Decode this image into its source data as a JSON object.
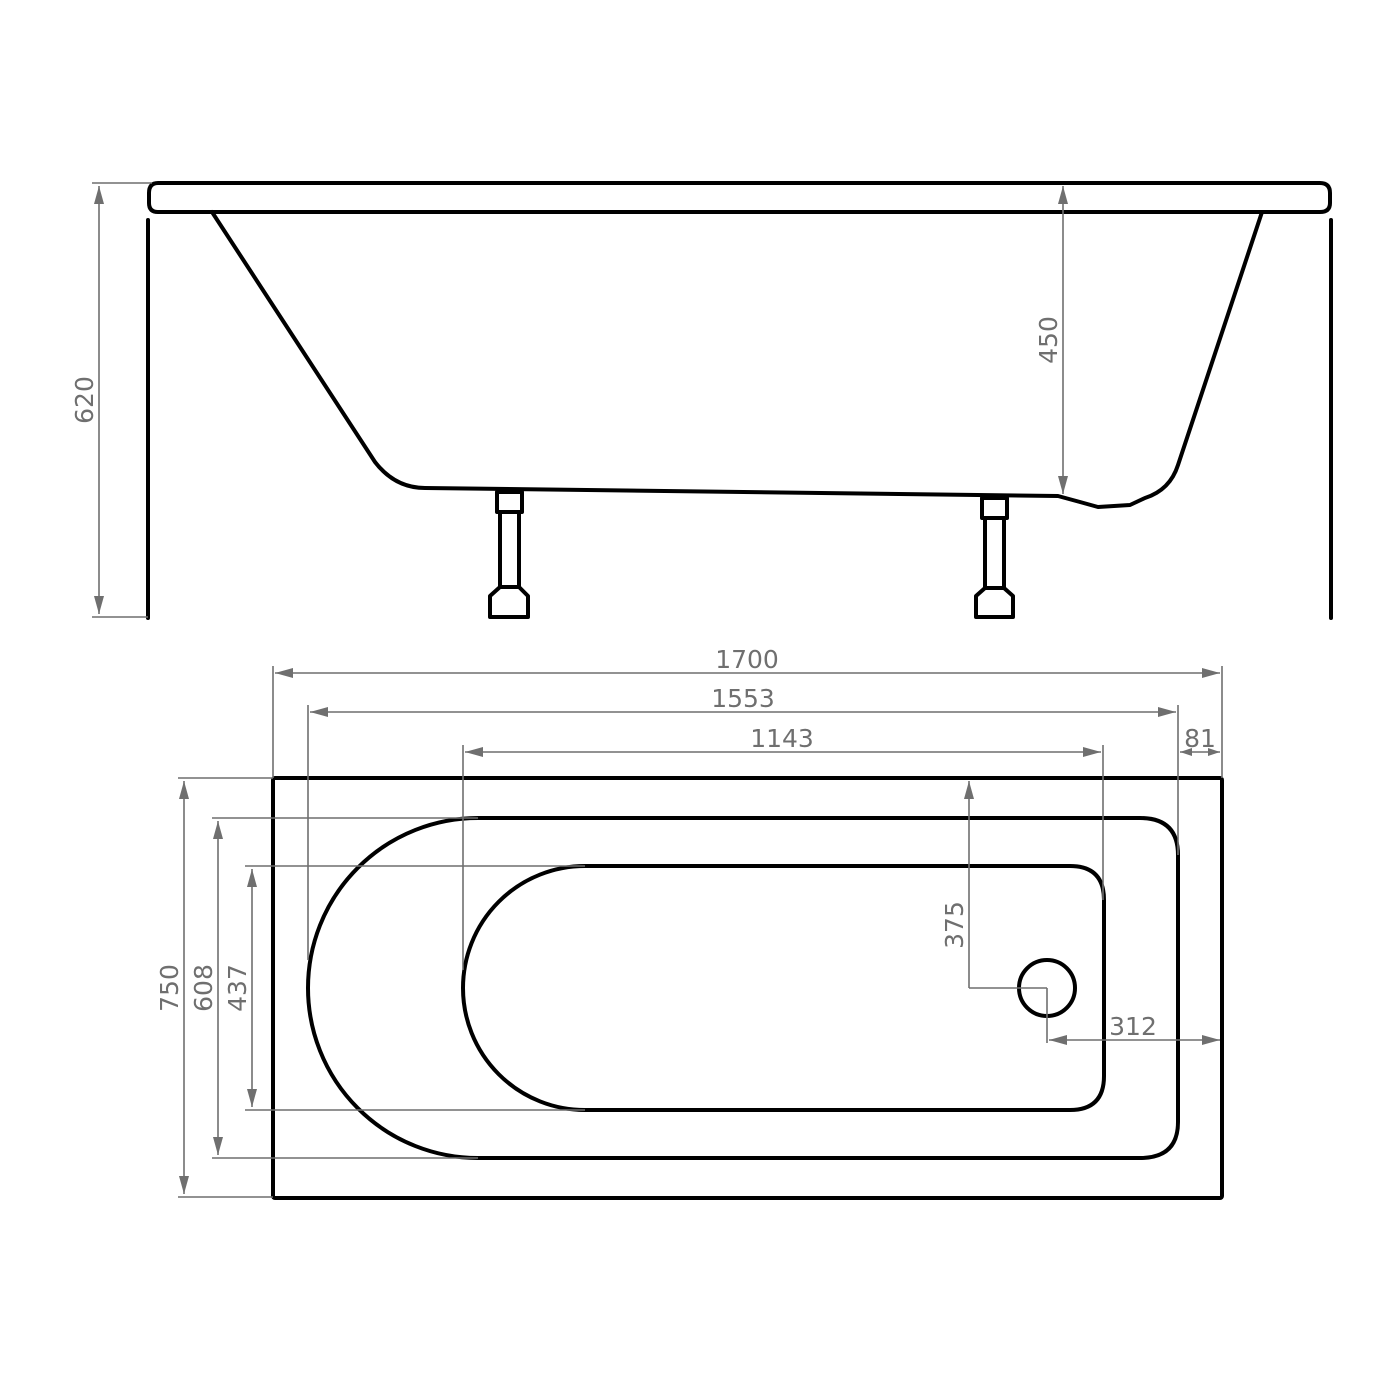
{
  "colors": {
    "outline": "#000000",
    "dimension": "#6f6f6f",
    "background": "#ffffff"
  },
  "side_view": {
    "dimensions": {
      "overall_height": "620",
      "inner_depth": "450"
    }
  },
  "top_view": {
    "dimensions": {
      "overall_length": "1700",
      "rim_inner_length": "1553",
      "bottom_length": "1143",
      "rim_offset_end": "81",
      "overall_width": "750",
      "rim_inner_width": "608",
      "bottom_width": "437",
      "drain_from_top": "375",
      "drain_from_end": "312"
    }
  }
}
